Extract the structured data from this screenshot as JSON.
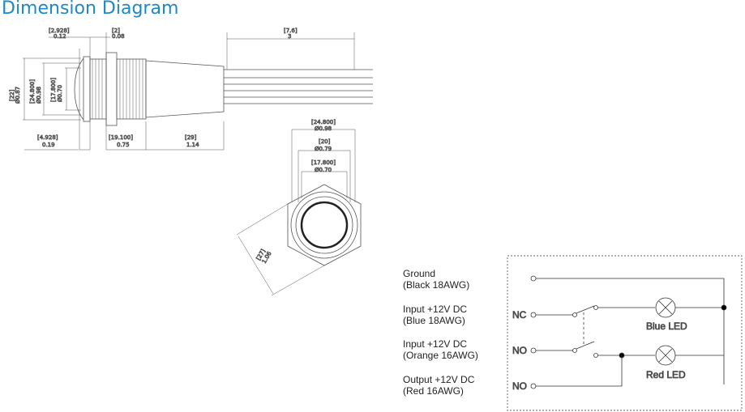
{
  "title": "Dimension Diagram",
  "side_view": {
    "d1": [
      "[2.928]",
      "0.12"
    ],
    "d2": [
      "[2]",
      "0.08"
    ],
    "d3": [
      "[7.6]",
      "3"
    ],
    "v1": [
      "[22]",
      "Ø0.87"
    ],
    "v2": [
      "[24.800]",
      "Ø0.98"
    ],
    "v3": [
      "[17.800]",
      "Ø0.70"
    ],
    "b1": [
      "[4.928]",
      "0.19"
    ],
    "b2": [
      "[19.100]",
      "0.75"
    ],
    "b3": [
      "[29]",
      "1.14"
    ]
  },
  "front_view": {
    "f1": [
      "[24.800]",
      "Ø0.98"
    ],
    "f2": [
      "[20]",
      "Ø0.79"
    ],
    "f3": [
      "[17.800]",
      "Ø0.70"
    ],
    "f4": [
      "[27]",
      "1.06"
    ]
  },
  "wiring": {
    "labels": [
      [
        "Ground",
        "(Black 18AWG)"
      ],
      [
        "Input +12V DC",
        "(Blue 18AWG)"
      ],
      [
        "Input +12V DC",
        "(Orange 16AWG)"
      ],
      [
        "Output +12V DC",
        "(Red 16AWG)"
      ]
    ],
    "terminals": [
      "NC",
      "NO",
      "NO"
    ],
    "leds": [
      "Blue LED",
      "Red LED"
    ]
  }
}
